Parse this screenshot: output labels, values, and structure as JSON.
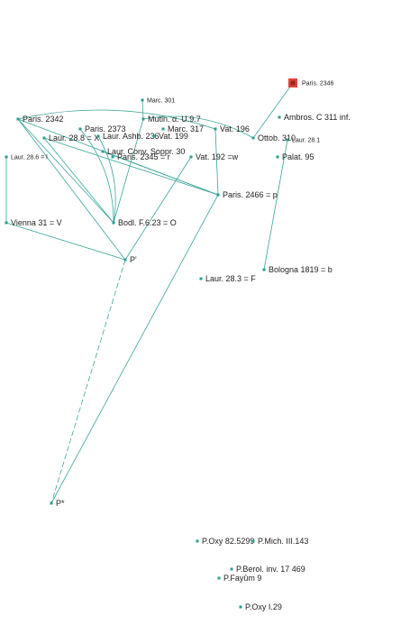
{
  "colors": {
    "edge": "#3aa59a",
    "node": "#2a9d8f",
    "highlight_fill": "#e8413c",
    "highlight_inner": "#8c2a25",
    "text": "#222222"
  },
  "nodes": [
    {
      "id": "paris2346",
      "label": "Paris. 2346",
      "highlight": true
    },
    {
      "id": "marc301",
      "label": "Marc. 301"
    },
    {
      "id": "paris2342",
      "label": "Paris. 2342"
    },
    {
      "id": "mutin",
      "label": "Mutin. α. U.9.7"
    },
    {
      "id": "ambros",
      "label": "Ambros. C 311 inf."
    },
    {
      "id": "paris2373",
      "label": "Paris. 2373"
    },
    {
      "id": "marc317",
      "label": "Marc. 317"
    },
    {
      "id": "vat196",
      "label": "Vat. 196"
    },
    {
      "id": "laur288",
      "label": "Laur. 28.8 = X"
    },
    {
      "id": "laurashb",
      "label": "Laur. Ashb. 236"
    },
    {
      "id": "vat199",
      "label": "Vat. 199"
    },
    {
      "id": "ottob",
      "label": "Ottob. 310"
    },
    {
      "id": "laur281",
      "label": "Laur. 28.1"
    },
    {
      "id": "laurconv",
      "label": "Laur. Conv. Soppr. 30"
    },
    {
      "id": "laur286",
      "label": "Laur. 28.6 = l"
    },
    {
      "id": "paris2345",
      "label": "Paris. 2345 = r"
    },
    {
      "id": "vat192",
      "label": "Vat. 192 =w"
    },
    {
      "id": "palat95",
      "label": "Palat. 95"
    },
    {
      "id": "paris2466",
      "label": "Paris. 2466 = p"
    },
    {
      "id": "vienna31",
      "label": "Vienna 31 = V"
    },
    {
      "id": "bodl",
      "label": "Bodl. F.6.23 = O"
    },
    {
      "id": "pprime",
      "label": "P'"
    },
    {
      "id": "bologna",
      "label": "Bologna 1819 = b"
    },
    {
      "id": "laur283",
      "label": "Laur. 28.3 = F"
    },
    {
      "id": "pstar",
      "label": "P*"
    },
    {
      "id": "poxy82",
      "label": "P.Oxy 82.5299"
    },
    {
      "id": "pmich",
      "label": "P.Mich. III.143"
    },
    {
      "id": "pberol",
      "label": "P.Berol. inv. 17 469"
    },
    {
      "id": "pfayum",
      "label": "P.Fayûm 9"
    },
    {
      "id": "poxy129",
      "label": "P.Oxy I.29"
    }
  ],
  "edges": [
    {
      "from": "paris2342",
      "to": "pprime",
      "style": "solid"
    },
    {
      "from": "paris2342",
      "to": "paris2466",
      "style": "solid"
    },
    {
      "from": "paris2342",
      "to": "bodl",
      "style": "solid"
    },
    {
      "from": "paris2342",
      "to": "vat196",
      "style": "solid",
      "curve": true
    },
    {
      "from": "laur288",
      "to": "bodl",
      "style": "solid"
    },
    {
      "from": "laur288",
      "to": "paris2466",
      "style": "solid"
    },
    {
      "from": "mutin",
      "to": "marc301",
      "style": "solid"
    },
    {
      "from": "mutin",
      "to": "bodl",
      "style": "solid"
    },
    {
      "from": "mutin",
      "to": "ottob",
      "style": "solid",
      "curve": true
    },
    {
      "from": "paris2373",
      "to": "bodl",
      "style": "solid",
      "curve": true
    },
    {
      "from": "laurashb",
      "to": "bodl",
      "style": "solid",
      "curve": true
    },
    {
      "from": "laurconv",
      "to": "paris2466",
      "style": "solid"
    },
    {
      "from": "vat196",
      "to": "paris2466",
      "style": "solid"
    },
    {
      "from": "vat192",
      "to": "pprime",
      "style": "solid"
    },
    {
      "from": "laur286",
      "to": "vienna31",
      "style": "solid"
    },
    {
      "from": "vienna31",
      "to": "pprime",
      "style": "solid"
    },
    {
      "from": "paris2466",
      "to": "pstar",
      "style": "solid"
    },
    {
      "from": "pprime",
      "to": "pstar",
      "style": "dashed"
    },
    {
      "from": "ottob",
      "to": "paris2346",
      "style": "solid"
    },
    {
      "from": "laur281",
      "to": "bologna",
      "style": "solid"
    }
  ]
}
